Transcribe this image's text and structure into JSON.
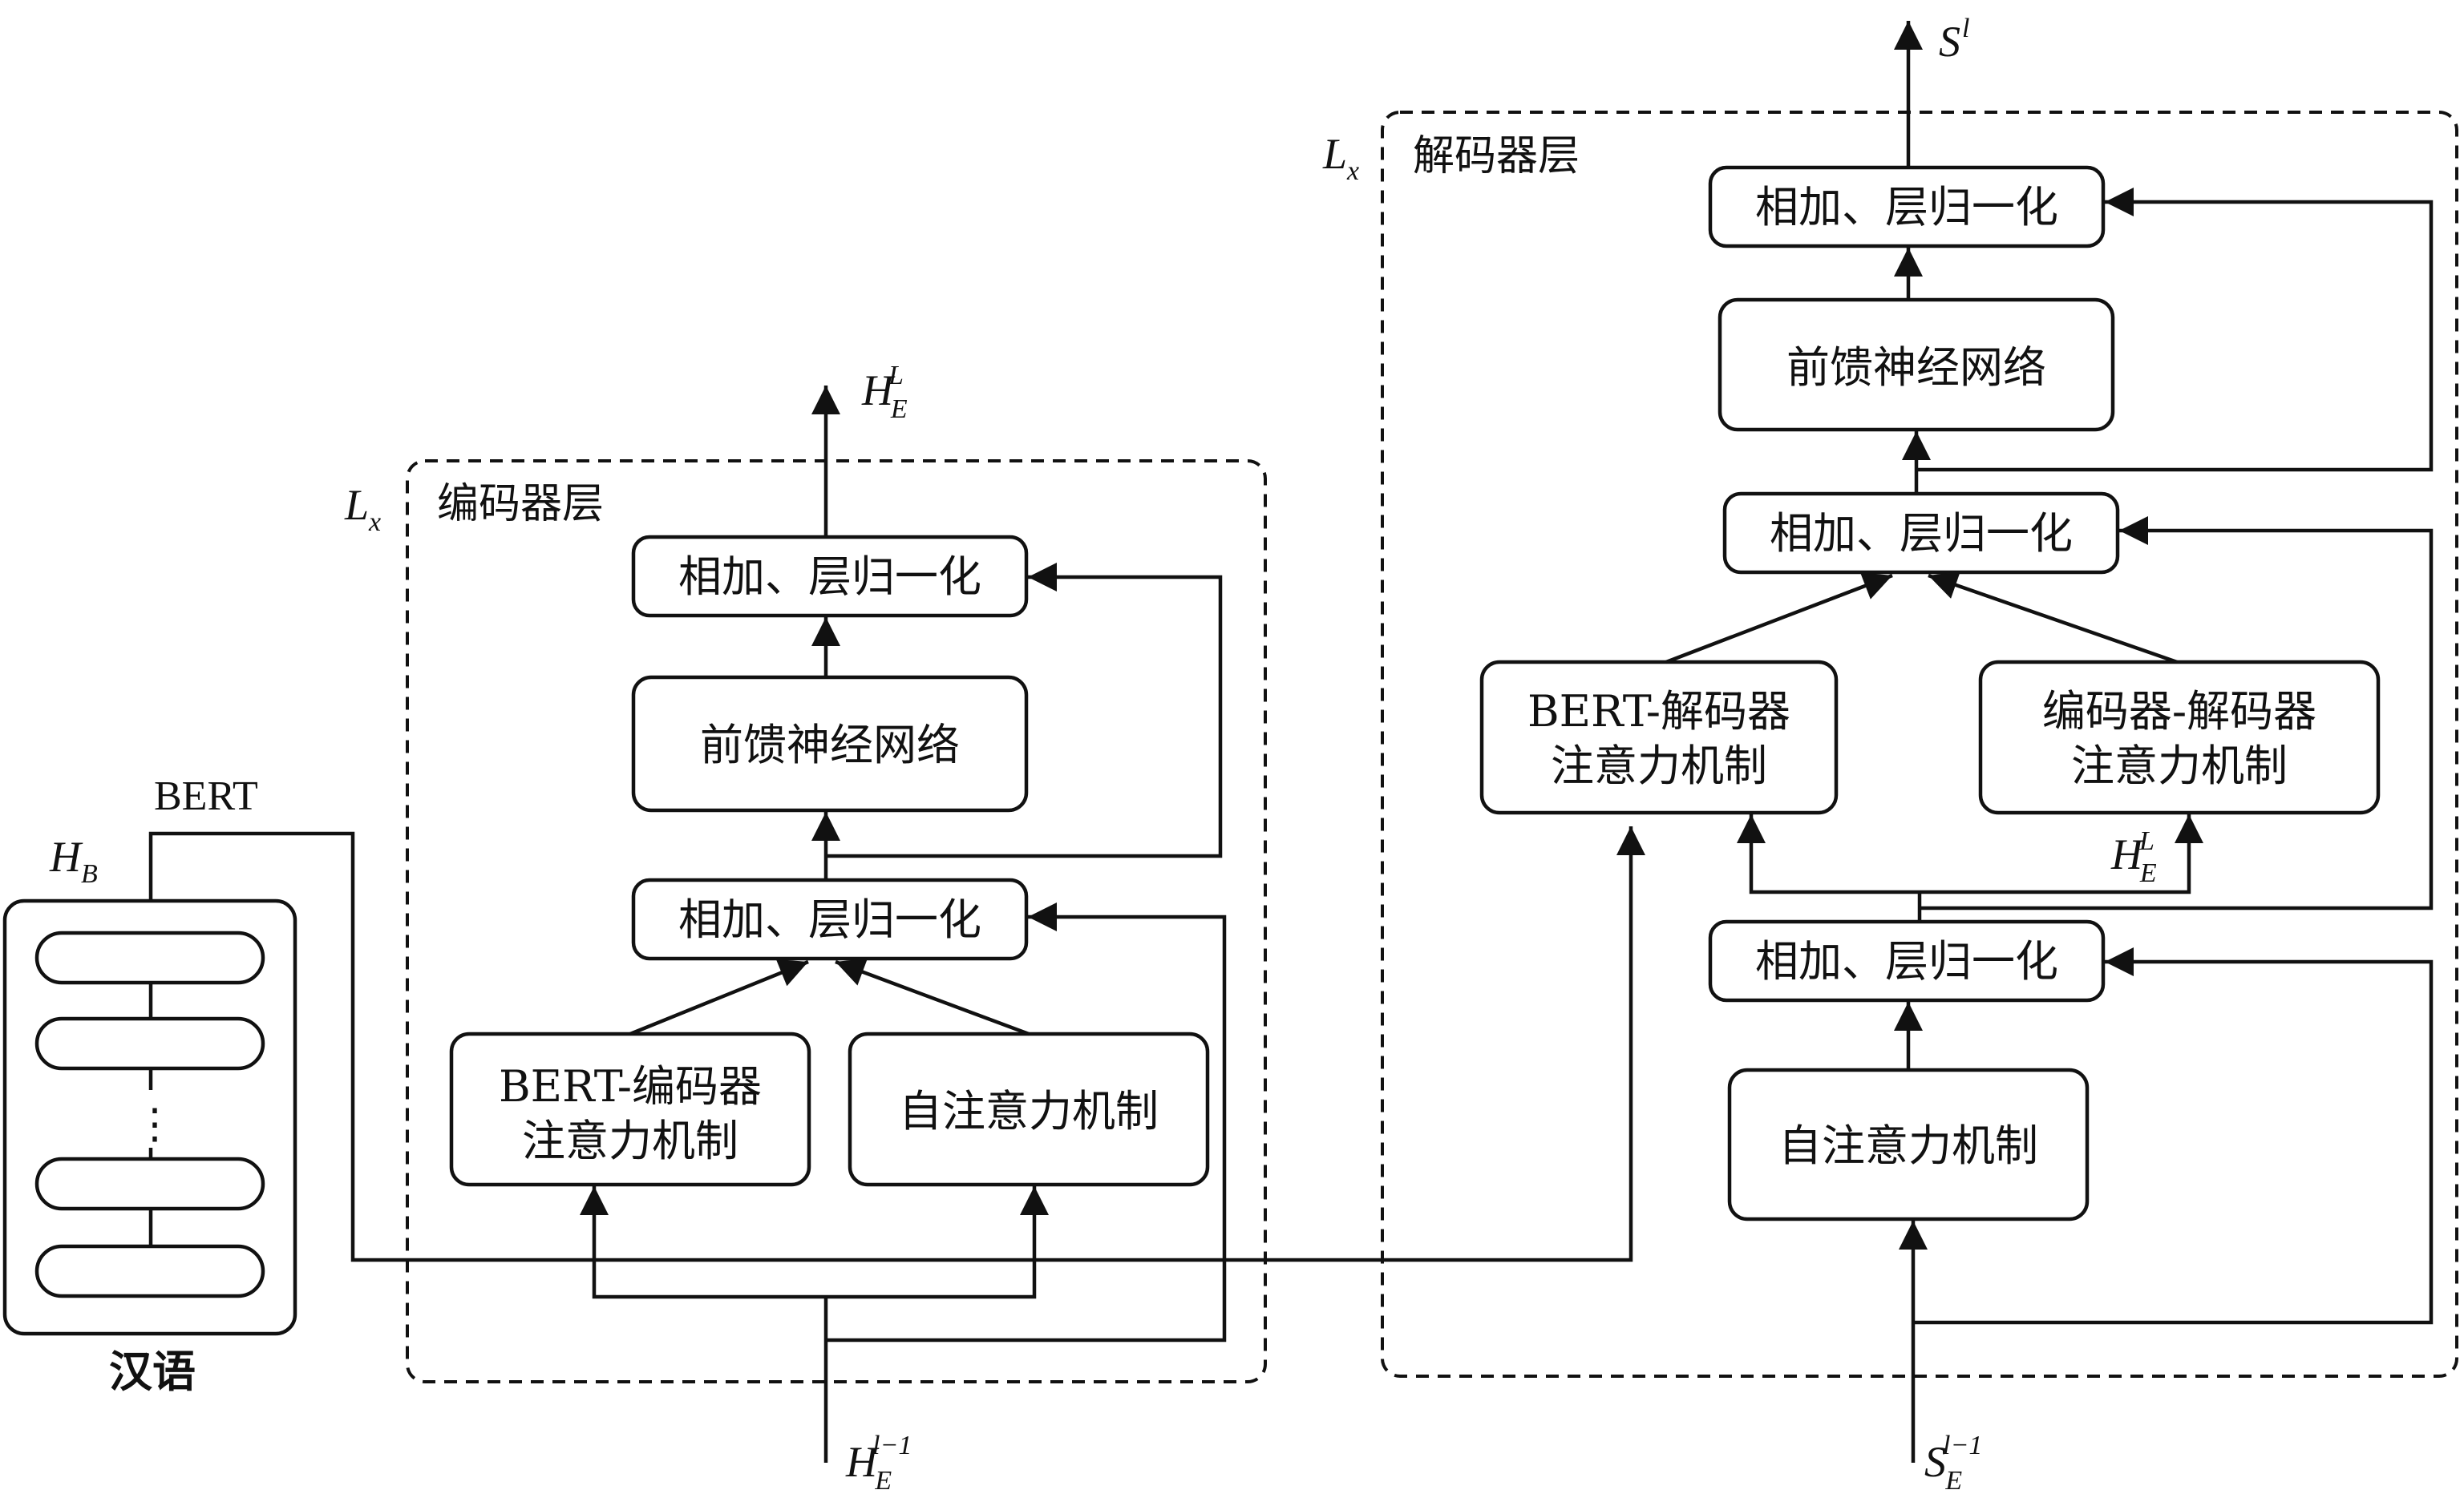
{
  "bert_panel": {
    "label": "BERT",
    "hidden_var": "H",
    "hidden_sub": "B",
    "language": "汉语",
    "ellipsis": "⋮"
  },
  "encoder": {
    "layer_count": "L",
    "layer_count_sub": "x",
    "title": "编码器层",
    "add_norm_top": "相加、层归一化",
    "ffn": "前馈神经网络",
    "add_norm_mid": "相加、层归一化",
    "bert_enc_attn": [
      "BERT-编码器",
      "注意力机制"
    ],
    "self_attn": "自注意力机制",
    "output_var": "H",
    "output_sub": "E",
    "output_sup": "L",
    "input_var": "H",
    "input_sub": "E",
    "input_sup": "l−1"
  },
  "decoder": {
    "layer_count": "L",
    "layer_count_sub": "x",
    "title": "解码器层",
    "add_norm_top": "相加、层归一化",
    "ffn": "前馈神经网络",
    "add_norm_mid": "相加、层归一化",
    "bert_dec_attn": [
      "BERT-解码器",
      "注意力机制"
    ],
    "enc_dec_attn": [
      "编码器-解码器",
      "注意力机制"
    ],
    "enc_output_var": "H",
    "enc_output_sub": "E",
    "enc_output_sup": "L",
    "add_norm_bottom": "相加、层归一化",
    "self_attn": "自注意力机制",
    "output_var": "S",
    "output_sup": "l",
    "input_var": "S",
    "input_sub": "E",
    "input_sup": "l−1"
  }
}
